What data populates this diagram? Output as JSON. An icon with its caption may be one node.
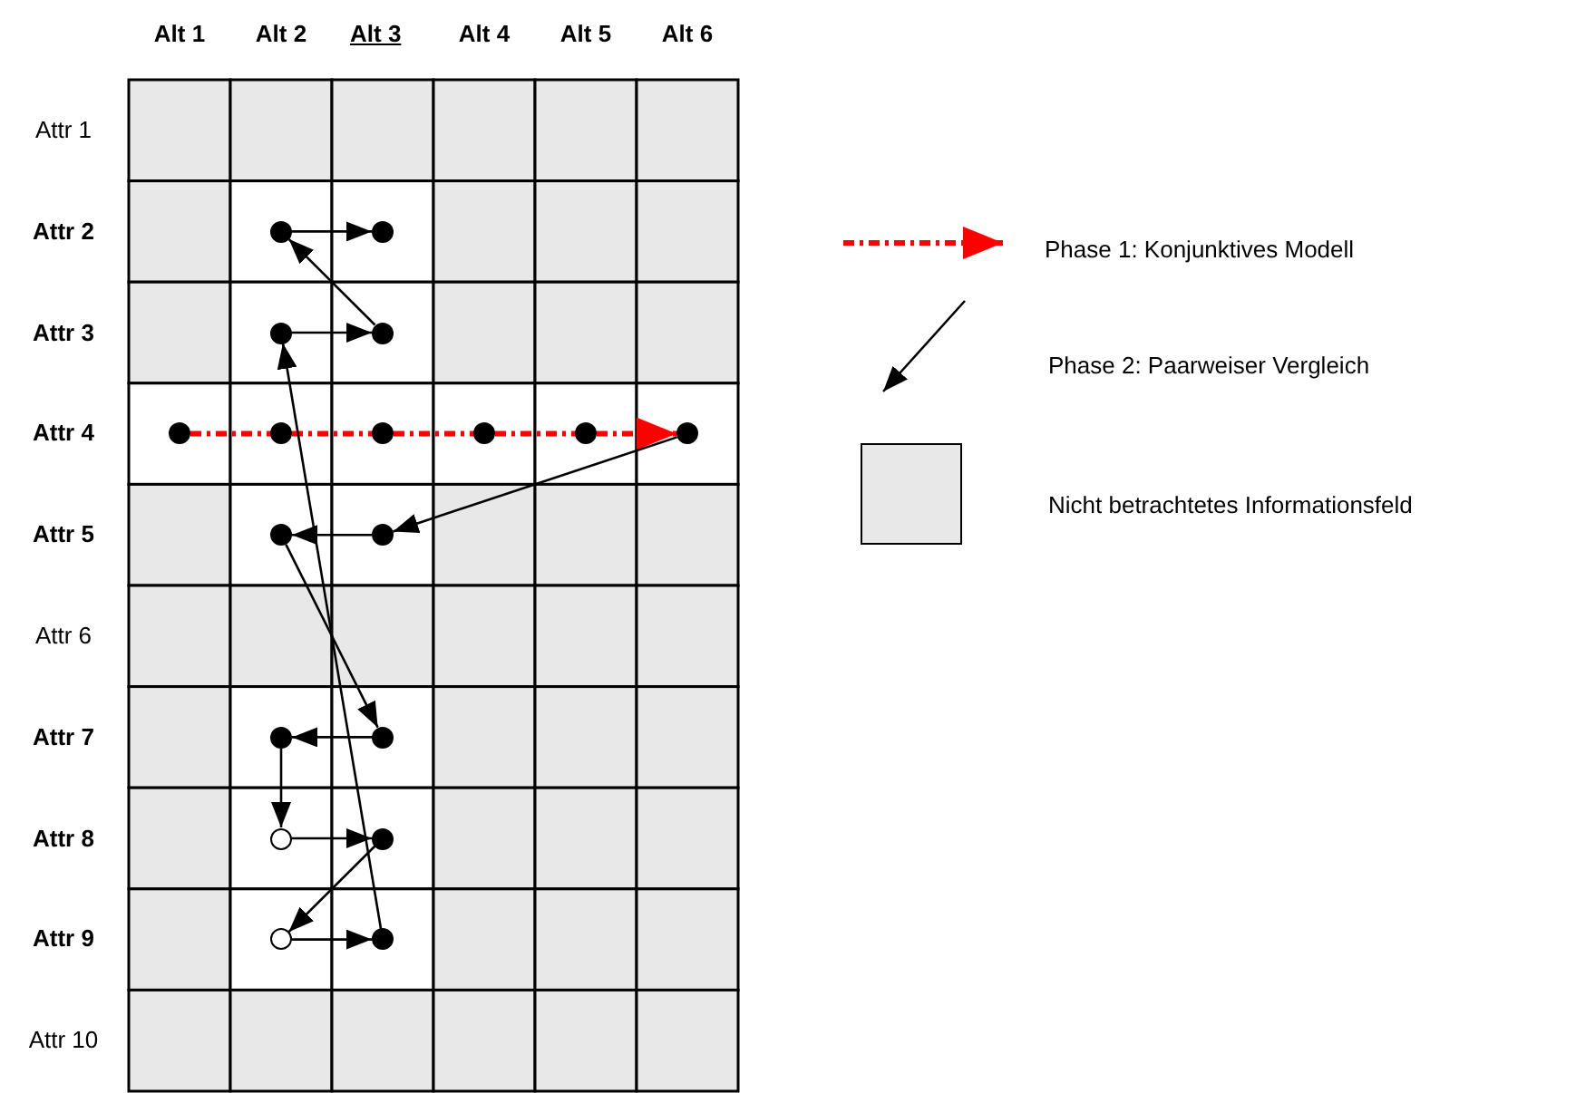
{
  "diagram": {
    "nodes": [
      {
        "text": [],
        "shape": "dot"
      },
      {
        "text": [],
        "shape": "dot"
      },
      {
        "text": [],
        "shape": "dot"
      },
      {
        "text": [],
        "shape": "dot"
      },
      {
        "text": [],
        "shape": "dot"
      },
      {
        "text": [],
        "shape": "dot"
      },
      {
        "text": [],
        "shape": "dot"
      },
      {
        "text": [],
        "shape": "dot"
      },
      {
        "text": [],
        "shape": "dot"
      },
      {
        "text": [],
        "shape": "dot"
      },
      {
        "text": [],
        "shape": "dot"
      },
      {
        "text": [],
        "shape": "dot"
      },
      {
        "text": [],
        "shape": "dot"
      },
      {
        "text": [],
        "shape": "dot"
      },
      {
        "text": [],
        "shape": "circle"
      },
      {
        "text": [],
        "shape": "dot"
      },
      {
        "text": [],
        "shape": "circle"
      },
      {
        "text": [],
        "shape": "dot"
      }
    ],
    "edges": [
      {
        "from": 4,
        "to": 9,
        "arrow": "to",
        "style": "dashed",
        "color": "#ff0000"
      },
      {
        "from": 9,
        "to": 11,
        "arrow": "to"
      },
      {
        "from": 11,
        "to": 10,
        "arrow": "to"
      },
      {
        "from": 10,
        "to": 13,
        "arrow": "to"
      },
      {
        "from": 13,
        "to": 12,
        "arrow": "to"
      },
      {
        "from": 12,
        "to": 14,
        "arrow": "to"
      },
      {
        "from": 14,
        "to": 15,
        "arrow": "to"
      },
      {
        "from": 15,
        "to": 16,
        "arrow": "to"
      },
      {
        "from": 16,
        "to": 17,
        "arrow": "to"
      },
      {
        "from": 17,
        "to": 2,
        "arrow": "to"
      },
      {
        "from": 2,
        "to": 3,
        "arrow": "to"
      },
      {
        "from": 3,
        "to": 0,
        "arrow": "to"
      },
      {
        "from": 0,
        "to": 1,
        "arrow": "to"
      }
    ],
    "labels": [
      "Alt 1",
      "Alt 2",
      "Alt 3",
      "Alt 4",
      "Alt 5",
      "Alt 6",
      "Attr 1",
      "Attr 2",
      "Attr 3",
      "Attr 4",
      "Attr 5",
      "Attr 6",
      "Attr 7",
      "Attr 8",
      "Attr 9",
      "Attr 10"
    ],
    "legend": [
      {
        "text": "Phase 1: Konjunktives Modell"
      },
      {
        "text": "Phase 2: Paarweiser Vergleich"
      },
      {
        "text": "Nicht betrachtetes Informationsfeld",
        "color": "#e8e8e8"
      }
    ]
  }
}
